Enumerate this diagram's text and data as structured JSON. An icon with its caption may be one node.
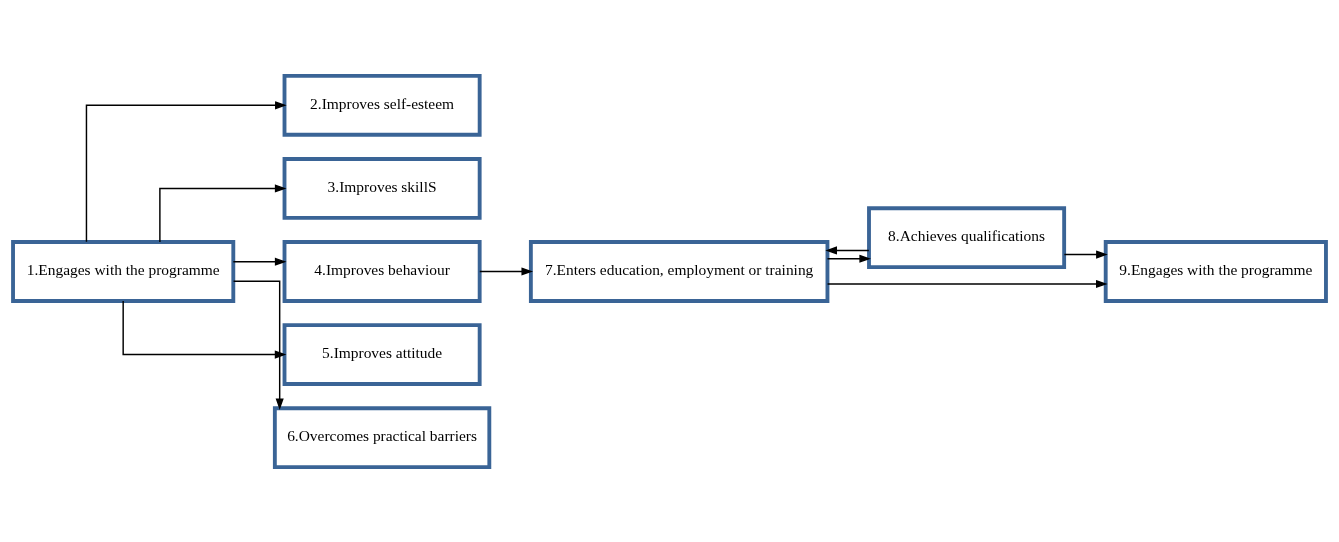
{
  "diagram": {
    "nodes": [
      {
        "text": [
          "1.Engages with the programme"
        ]
      },
      {
        "text": [
          "2.Improves self-esteem"
        ]
      },
      {
        "text": [
          "3.Improves skillS"
        ]
      },
      {
        "text": [
          "4.Improves behaviour"
        ]
      },
      {
        "text": [
          "5.Improves attitude"
        ]
      },
      {
        "text": [
          "6.Overcomes practical barriers"
        ]
      },
      {
        "text": [
          "7.Enters education, employment or training"
        ]
      },
      {
        "text": [
          "8.Achieves qualifications"
        ]
      },
      {
        "text": [
          "9.Engages with the programme"
        ]
      }
    ],
    "edges": [
      {
        "from": 0,
        "to": 1,
        "arrow": "to"
      },
      {
        "from": 0,
        "to": 2,
        "arrow": "to"
      },
      {
        "from": 0,
        "to": 3,
        "arrow": "to"
      },
      {
        "from": 0,
        "to": 4,
        "arrow": "to"
      },
      {
        "from": 0,
        "to": 5,
        "arrow": "to"
      },
      {
        "from": 3,
        "to": 6,
        "arrow": "to"
      },
      {
        "from": 6,
        "to": 8,
        "arrow": "to"
      },
      {
        "from": 6,
        "to": 7,
        "arrow": "to"
      },
      {
        "from": 7,
        "to": 6,
        "arrow": "to"
      },
      {
        "from": 7,
        "to": 8,
        "arrow": "to"
      }
    ]
  }
}
